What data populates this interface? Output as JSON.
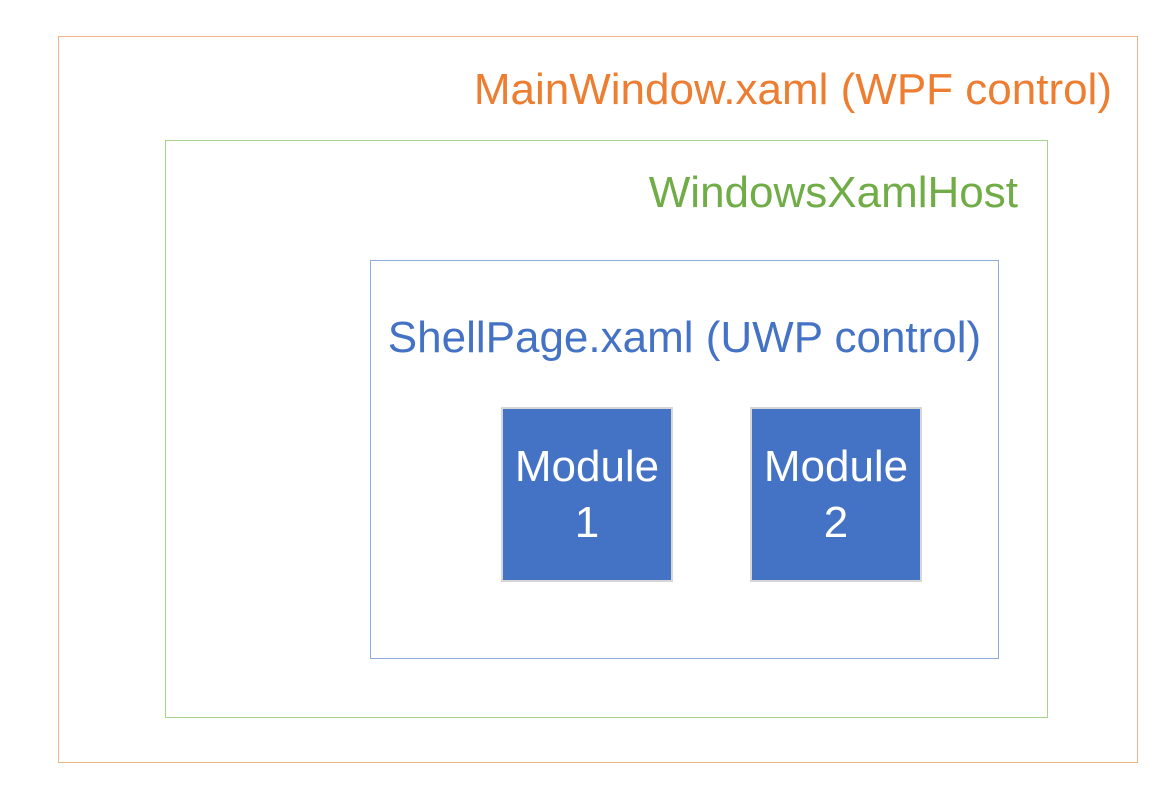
{
  "diagram": {
    "type": "nested-architecture-diagram",
    "background_color": "#FFFFFF",
    "main_window": {
      "label": "MainWindow.xaml (WPF control)",
      "text_color": "#ED7D31",
      "border_color": "#F4B183"
    },
    "xaml_host": {
      "label": "WindowsXamlHost",
      "text_color": "#70AD47",
      "border_color": "#A9D18E"
    },
    "shell_page": {
      "label": "ShellPage.xaml (UWP control)",
      "text_color": "#4472C4",
      "border_color": "#8FAADC"
    },
    "modules": [
      {
        "label": "Module 1",
        "fill_color": "#4472C4",
        "border_color": "#D6D6D6",
        "text_color": "#FFFFFF"
      },
      {
        "label": "Module 2",
        "fill_color": "#4472C4",
        "border_color": "#D6D6D6",
        "text_color": "#FFFFFF"
      }
    ]
  }
}
